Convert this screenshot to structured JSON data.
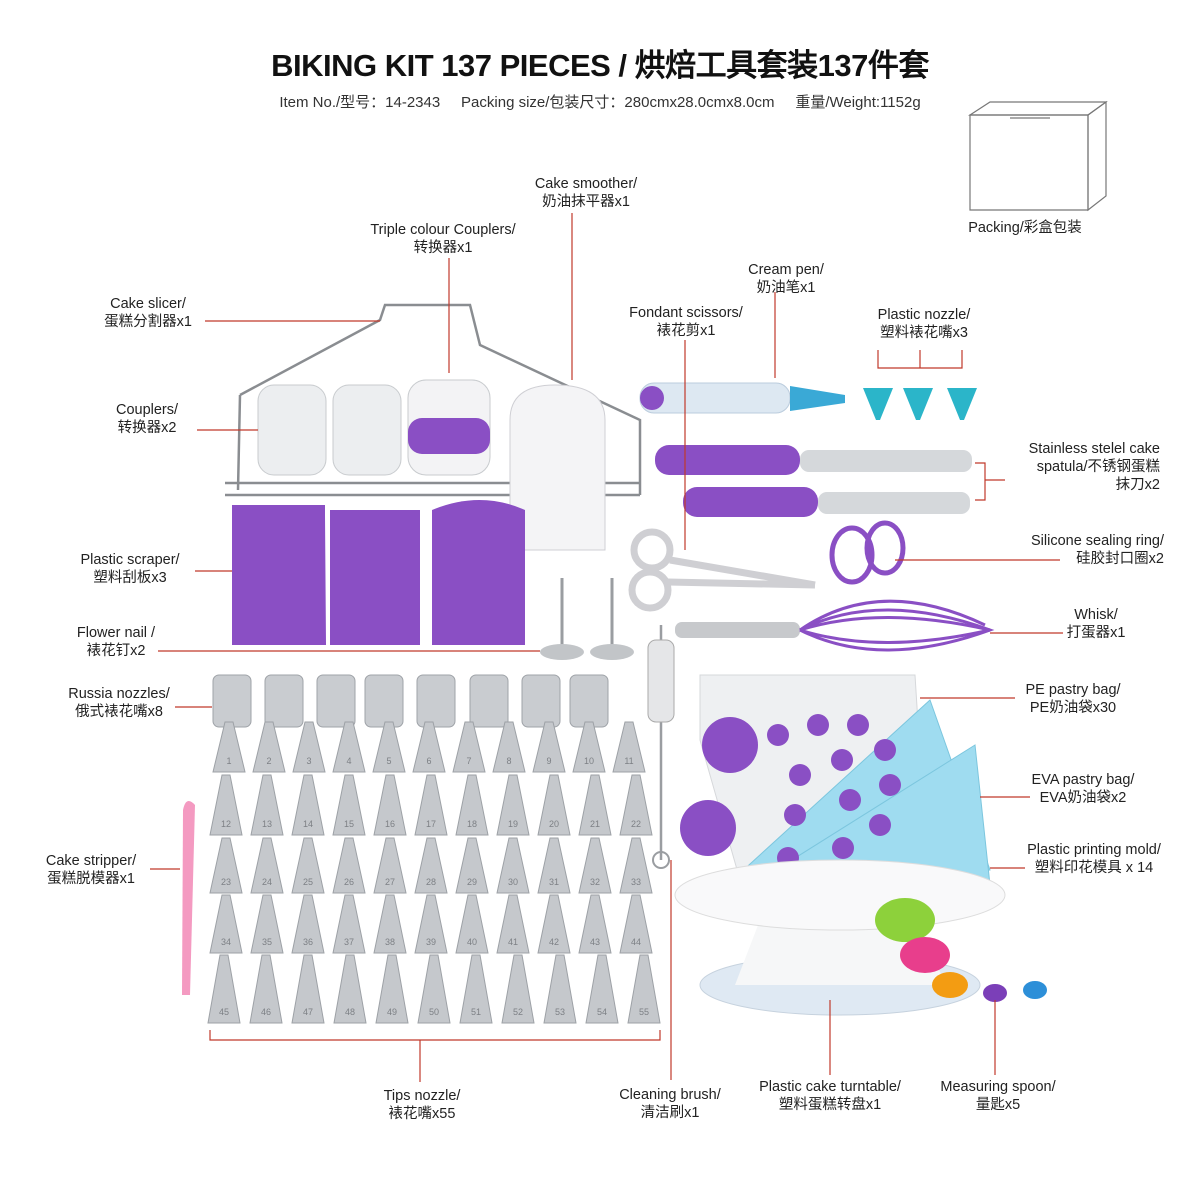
{
  "header": {
    "title": "BIKING KIT 137 PIECES / 烘焙工具套装137件套",
    "subtitle": "Item No./型号：14-2343     Packing size/包装尺寸：280cmx28.0cmx8.0cm     重量/Weight:1152g"
  },
  "labels": {
    "packing": "Packing/彩盒包装",
    "cake_smoother": [
      "Cake smoother/",
      "奶油抹平器x1"
    ],
    "triple_couplers": [
      "Triple colour Couplers/",
      "转换器x1"
    ],
    "cake_slicer": [
      "Cake slicer/",
      "蛋糕分割器x1"
    ],
    "cream_pen": [
      "Cream pen/",
      "奶油笔x1"
    ],
    "fondant_scissors": [
      "Fondant scissors/",
      "裱花剪x1"
    ],
    "plastic_nozzle": [
      "Plastic nozzle/",
      "塑料裱花嘴x3"
    ],
    "couplers": [
      "Couplers/",
      "转换器x2"
    ],
    "spatula": [
      "Stainless stelel cake",
      "spatula/不锈钢蛋糕",
      "抹刀x2"
    ],
    "silicone_ring": [
      "Silicone sealing ring/",
      "硅胶封口圈x2"
    ],
    "plastic_scraper": [
      "Plastic scraper/",
      "塑料刮板x3"
    ],
    "whisk": [
      "Whisk/",
      "打蛋器x1"
    ],
    "flower_nail": [
      "Flower nail /",
      "裱花钉x2"
    ],
    "pe_bag": [
      "PE pastry bag/",
      "PE奶油袋x30"
    ],
    "russia_nozzles": [
      "Russia nozzles/",
      "俄式裱花嘴x8"
    ],
    "eva_bag": [
      "EVA pastry bag/",
      "EVA奶油袋x2"
    ],
    "printing_mold": [
      "Plastic printing mold/",
      "塑料印花模具 x 14"
    ],
    "cake_stripper": [
      "Cake stripper/",
      "蛋糕脱模器x1"
    ],
    "tips_nozzle": [
      "Tips nozzle/",
      "裱花嘴x55"
    ],
    "cleaning_brush": [
      "Cleaning brush/",
      "清洁刷x1"
    ],
    "turntable": [
      "Plastic cake turntable/",
      "塑料蛋糕转盘x1"
    ],
    "measuring_spoon": [
      "Measuring spoon/",
      "量匙x5"
    ]
  },
  "nozzle_numbers": [
    "1",
    "2",
    "3",
    "4",
    "5",
    "6",
    "7",
    "8",
    "9",
    "10",
    "11",
    "12",
    "13",
    "14",
    "15",
    "16",
    "17",
    "18",
    "19",
    "20",
    "21",
    "22",
    "23",
    "24",
    "25",
    "26",
    "27",
    "28",
    "29",
    "30",
    "31",
    "32",
    "33",
    "34",
    "35",
    "36",
    "37",
    "38",
    "39",
    "40",
    "41",
    "42",
    "43",
    "44",
    "45",
    "46",
    "47",
    "48",
    "49",
    "50",
    "51",
    "52",
    "53",
    "54",
    "55"
  ],
  "colors": {
    "leader_line": "#c0392b",
    "purple": "#8a4fc4",
    "steel": "#b9bcc0",
    "blue_bag": "#8fd3ea",
    "pink": "#f49ac1"
  }
}
